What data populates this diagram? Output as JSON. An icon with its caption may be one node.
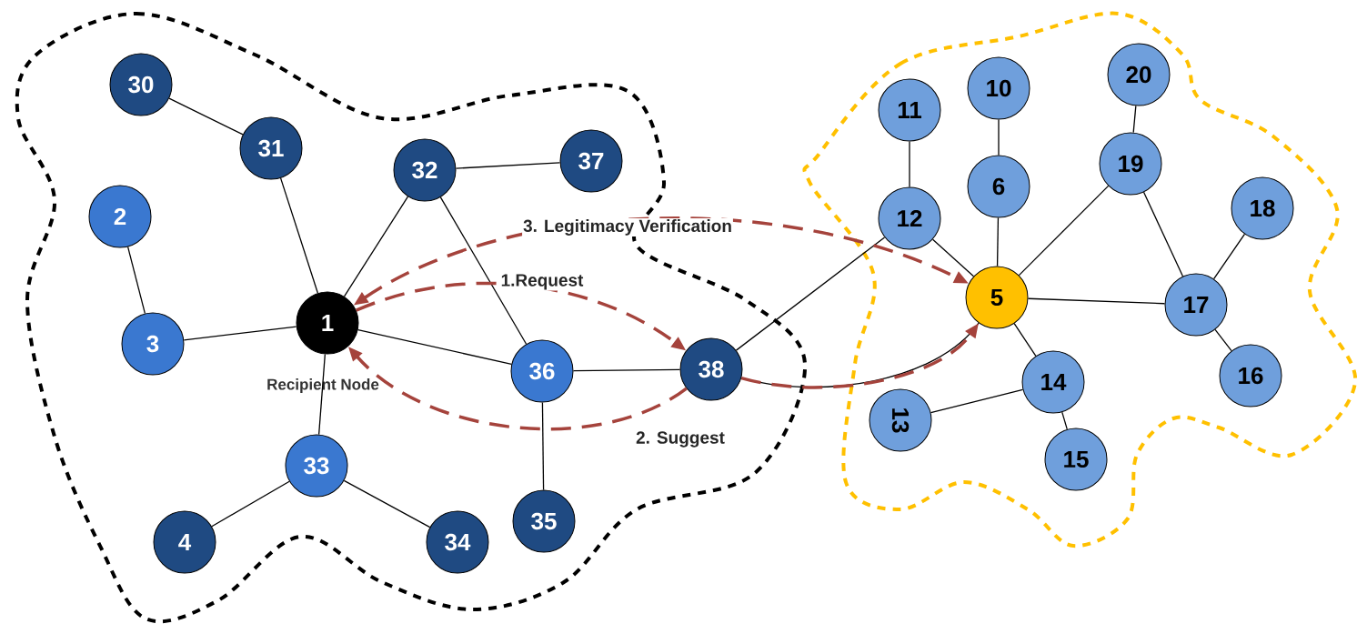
{
  "diagram": {
    "nodes": [
      {
        "text": [
          "1"
        ],
        "beside": [
          "Recipient Node"
        ]
      },
      {
        "text": [
          "2"
        ]
      },
      {
        "text": [
          "3"
        ]
      },
      {
        "text": [
          "30"
        ]
      },
      {
        "text": [
          "31"
        ]
      },
      {
        "text": [
          "32"
        ]
      },
      {
        "text": [
          "37"
        ]
      },
      {
        "text": [
          "33"
        ]
      },
      {
        "text": [
          "4"
        ]
      },
      {
        "text": [
          "34"
        ]
      },
      {
        "text": [
          "36"
        ]
      },
      {
        "text": [
          "35"
        ]
      },
      {
        "text": [
          "38"
        ]
      },
      {
        "text": [
          "11"
        ]
      },
      {
        "text": [
          "10"
        ]
      },
      {
        "text": [
          "20"
        ]
      },
      {
        "text": [
          "12"
        ]
      },
      {
        "text": [
          "6"
        ]
      },
      {
        "text": [
          "19"
        ]
      },
      {
        "text": [
          "18"
        ]
      },
      {
        "text": [
          "5"
        ]
      },
      {
        "text": [
          "17"
        ]
      },
      {
        "text": [
          "16"
        ]
      },
      {
        "text": [
          "14"
        ]
      },
      {
        "text": [
          "13"
        ]
      },
      {
        "text": [
          "15"
        ]
      }
    ],
    "edges": [
      {
        "from": 3,
        "to": 4,
        "arrow": "none"
      },
      {
        "from": 4,
        "to": 0,
        "arrow": "none"
      },
      {
        "from": 5,
        "to": 0,
        "arrow": "none"
      },
      {
        "from": 5,
        "to": 6,
        "arrow": "none"
      },
      {
        "from": 5,
        "to": 10,
        "arrow": "none"
      },
      {
        "from": 1,
        "to": 2,
        "arrow": "none"
      },
      {
        "from": 2,
        "to": 0,
        "arrow": "none"
      },
      {
        "from": 0,
        "to": 10,
        "arrow": "none"
      },
      {
        "from": 0,
        "to": 7,
        "arrow": "none"
      },
      {
        "from": 7,
        "to": 8,
        "arrow": "none"
      },
      {
        "from": 7,
        "to": 9,
        "arrow": "none"
      },
      {
        "from": 10,
        "to": 11,
        "arrow": "none"
      },
      {
        "from": 10,
        "to": 12,
        "arrow": "none"
      },
      {
        "from": 12,
        "to": 16,
        "arrow": "none"
      },
      {
        "from": 12,
        "to": 20,
        "arrow": "none"
      },
      {
        "from": 13,
        "to": 16,
        "arrow": "none"
      },
      {
        "from": 14,
        "to": 17,
        "arrow": "none"
      },
      {
        "from": 17,
        "to": 20,
        "arrow": "none"
      },
      {
        "from": 16,
        "to": 20,
        "arrow": "none"
      },
      {
        "from": 18,
        "to": 20,
        "arrow": "none"
      },
      {
        "from": 15,
        "to": 18,
        "arrow": "none"
      },
      {
        "from": 18,
        "to": 21,
        "arrow": "none"
      },
      {
        "from": 19,
        "to": 21,
        "arrow": "none"
      },
      {
        "from": 20,
        "to": 21,
        "arrow": "none"
      },
      {
        "from": 21,
        "to": 22,
        "arrow": "none"
      },
      {
        "from": 20,
        "to": 23,
        "arrow": "none"
      },
      {
        "from": 23,
        "to": 24,
        "arrow": "none"
      },
      {
        "from": 23,
        "to": 25,
        "arrow": "none"
      },
      {
        "from": 0,
        "to": 20,
        "arrow": "both",
        "label": "3. Legitimacy Verification",
        "style": "dashed",
        "color": "#a5433c"
      },
      {
        "from": 0,
        "to": 12,
        "arrow": "to",
        "label": "1.Request",
        "style": "dashed",
        "color": "#a5433c"
      },
      {
        "from": 12,
        "to": 0,
        "arrow": "to",
        "label": "2. Suggest",
        "style": "dashed",
        "color": "#a5433c"
      },
      {
        "from": 12,
        "to": 20,
        "arrow": "to",
        "style": "dashed",
        "color": "#a5433c"
      }
    ]
  }
}
